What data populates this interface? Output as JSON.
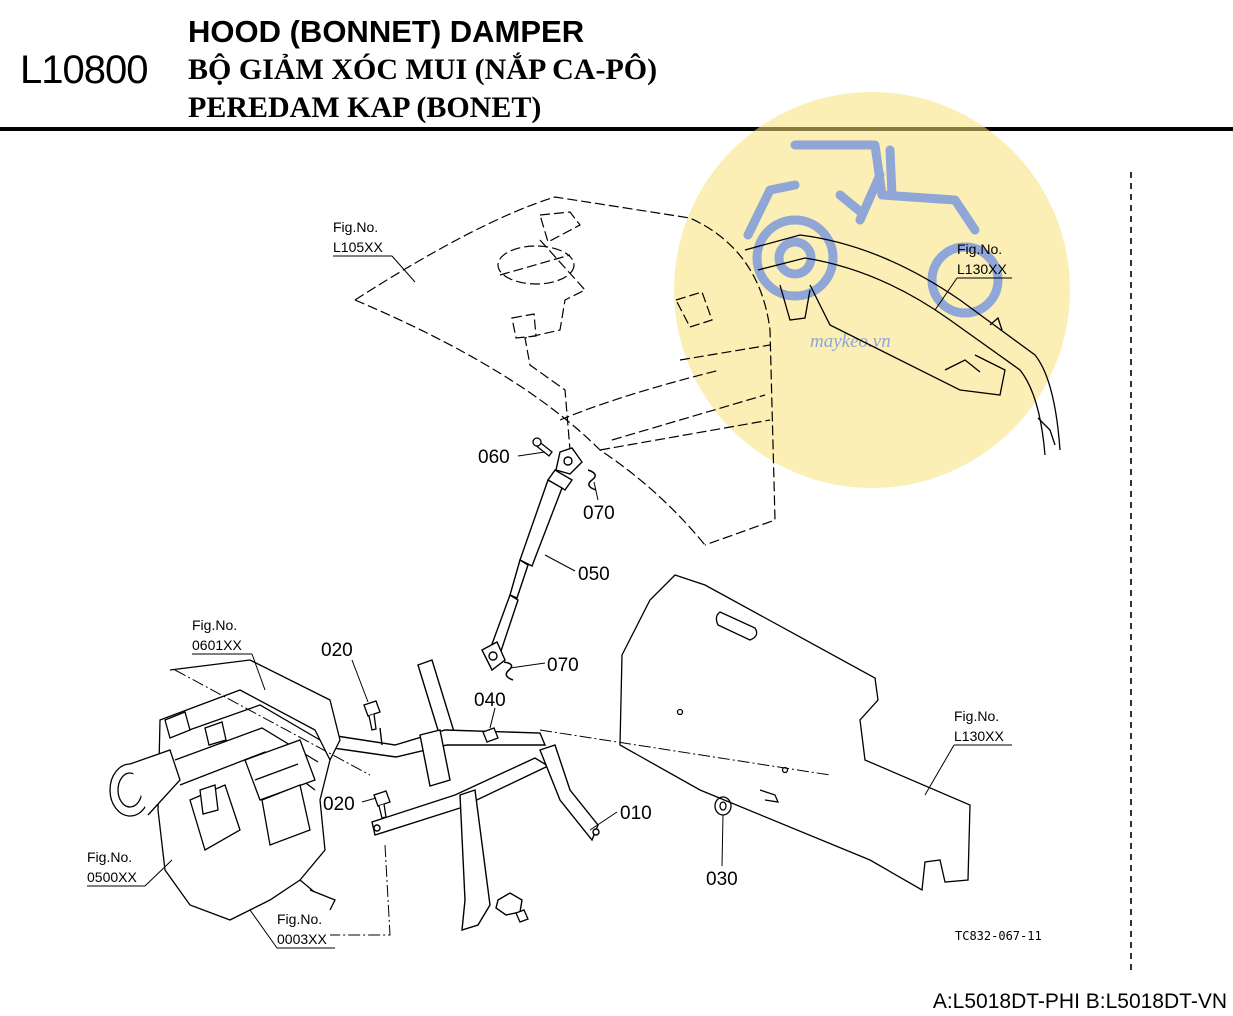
{
  "header": {
    "page_code": "L10800",
    "title_en": "HOOD (BONNET) DAMPER",
    "title_vi": "BỘ GIẢM XÓC MUI (NẮP CA-PÔ)",
    "title_id": "PEREDAM KAP (BONET)"
  },
  "watermark": {
    "text": "maykeo.vn",
    "icon": "tractor-logo-icon",
    "color": "#f7e27a"
  },
  "figure_refs": [
    {
      "caption": "Fig.No.",
      "code": "L105XX"
    },
    {
      "caption": "Fig.No.",
      "code": "L130XX"
    },
    {
      "caption": "Fig.No.",
      "code": "0601XX"
    },
    {
      "caption": "Fig.No.",
      "code": "L130XX"
    },
    {
      "caption": "Fig.No.",
      "code": "0500XX"
    },
    {
      "caption": "Fig.No.",
      "code": "0003XX"
    }
  ],
  "parts": [
    "060",
    "070",
    "050",
    "070",
    "020",
    "040",
    "020",
    "010",
    "030"
  ],
  "drawing_code": "TC832-067-11",
  "footer": {
    "models": "A:L5018DT-PHI B:L5018DT-VN"
  }
}
